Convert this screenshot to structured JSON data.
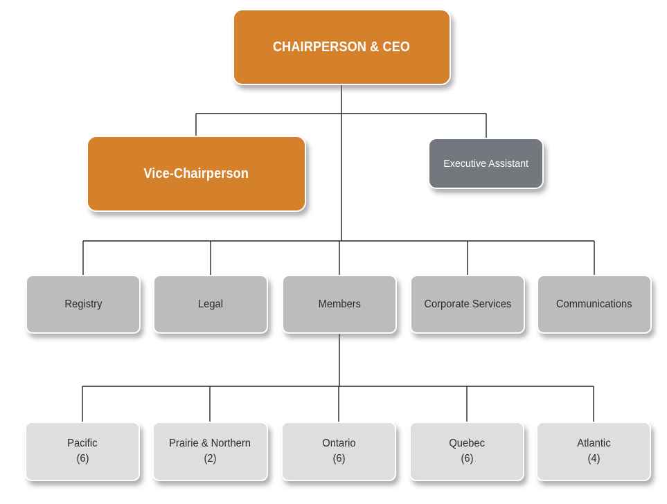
{
  "diagram": {
    "type": "org-chart",
    "nodes": {
      "ceo": {
        "label": "CHAIRPERSON & CEO"
      },
      "vice_chairperson": {
        "label": "Vice-Chairperson"
      },
      "executive_assistant": {
        "label": "Executive Assistant"
      },
      "registry": {
        "label": "Registry"
      },
      "legal": {
        "label": "Legal"
      },
      "members": {
        "label": "Members"
      },
      "corporate_services": {
        "label": "Corporate Services"
      },
      "communications": {
        "label": "Communications"
      },
      "pacific": {
        "label": "Pacific",
        "count": "(6)"
      },
      "prairie_northern": {
        "label": "Prairie & Northern",
        "count": "(2)"
      },
      "ontario": {
        "label": "Ontario",
        "count": "(6)"
      },
      "quebec": {
        "label": "Quebec",
        "count": "(6)"
      },
      "atlantic": {
        "label": "Atlantic",
        "count": "(4)"
      }
    },
    "hierarchy": {
      "ceo": [
        "vice_chairperson",
        "executive_assistant",
        "registry",
        "legal",
        "members",
        "corporate_services",
        "communications"
      ],
      "members": [
        "pacific",
        "prairie_northern",
        "ontario",
        "quebec",
        "atlantic"
      ]
    }
  },
  "colors": {
    "accent_orange": "#d5802b",
    "dark_gray": "#72787d",
    "mid_gray": "#bcbcbe",
    "light_gray": "#dedee0",
    "line": "#222222",
    "text_light": "#ffffff",
    "text_dark": "#2b2b2b"
  }
}
